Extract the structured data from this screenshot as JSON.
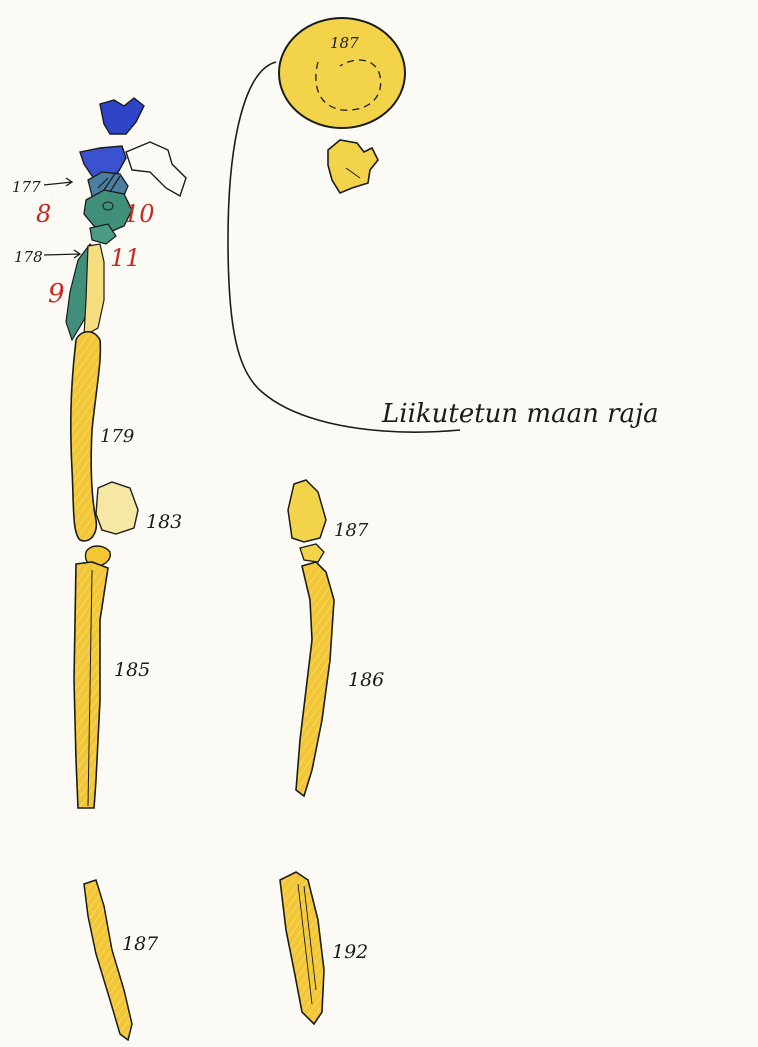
{
  "colors": {
    "bone": "#f2c635",
    "bone_light": "#f6de80",
    "bone_pale": "#f7e7a4",
    "ink": "#1b1b1b",
    "blue": "#2f45c8",
    "teal": "#3f8f7a",
    "red": "#c8281e"
  },
  "labels": {
    "skull": "187",
    "n177": "177",
    "n178": "178",
    "r8": "8",
    "r9": "9",
    "r10": "10",
    "r11": "11",
    "n179": "179",
    "n183": "183",
    "n185": "185",
    "n186": "186",
    "n187_mid": "187",
    "n187_low": "187",
    "n192": "192",
    "boundary": "Liikutetun maan raja"
  }
}
